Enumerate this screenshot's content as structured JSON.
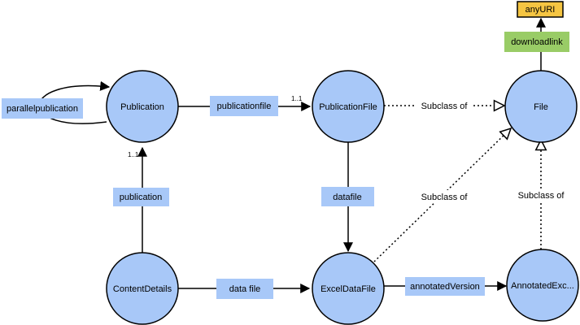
{
  "nodes": {
    "publication": "Publication",
    "publication_file": "PublicationFile",
    "file": "File",
    "content_details": "ContentDetails",
    "excel_data_file": "ExcelDataFile",
    "annotated_excel": "AnnotatedExc..."
  },
  "properties": {
    "parallel_publication": "parallelpublication",
    "publication_file": "publicationfile",
    "publication": "publication",
    "datafile": "datafile",
    "data_file": "data file",
    "annotated_version": "annotatedVersion",
    "downloadlink": "downloadlink"
  },
  "datatype": {
    "any_uri": "anyURI"
  },
  "subclass": {
    "pubfile_to_file": "Subclass of",
    "excel_to_file": "Subclass of",
    "annotated_to_file": "Subclass of"
  },
  "cardinality": {
    "publicationfile": "1..1",
    "publication": "1..1"
  },
  "colors": {
    "class_fill": "#a8c8f8",
    "property_fill": "#a8c8f8",
    "datatype_fill": "#f5c542",
    "datatype_property_fill": "#99cc66",
    "line": "#000000"
  }
}
